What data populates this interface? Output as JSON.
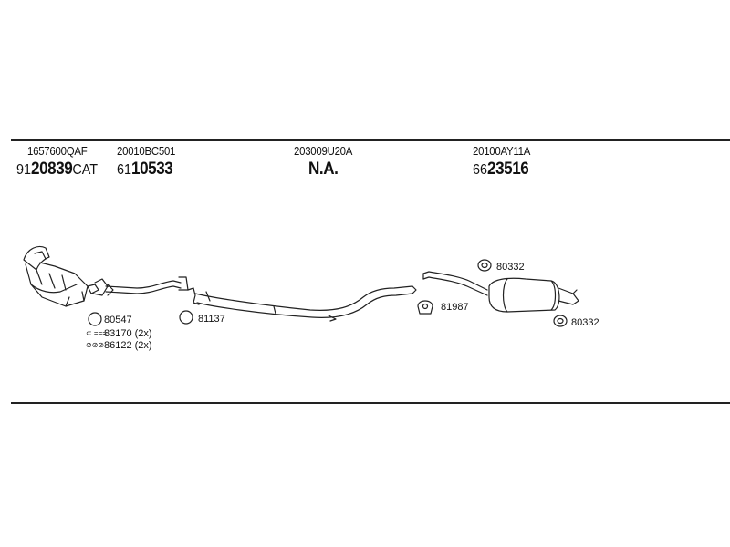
{
  "columns": [
    {
      "oem": "1657600QAF",
      "part_prefix": "91",
      "part_number": "20839",
      "part_suffix": "CAT"
    },
    {
      "oem": "20010BC501",
      "part_prefix": "61",
      "part_number": "10533",
      "part_suffix": ""
    },
    {
      "oem": "203009U20A",
      "part_prefix": "",
      "part_number": "N.A.",
      "part_suffix": ""
    },
    {
      "oem": "20100AY11A",
      "part_prefix": "66",
      "part_number": "23516",
      "part_suffix": ""
    }
  ],
  "callouts": {
    "ring_1": "80547",
    "bolt_1": "83170 (2x)",
    "nut_1": "86122 (2x)",
    "ring_2": "81137",
    "hanger_1": "81987",
    "ring_3": "80332",
    "ring_4": "80332"
  },
  "tiny_marks": {
    "bolt_mark": "⊂ ===",
    "nut_mark": "⊘⊘⊘"
  }
}
